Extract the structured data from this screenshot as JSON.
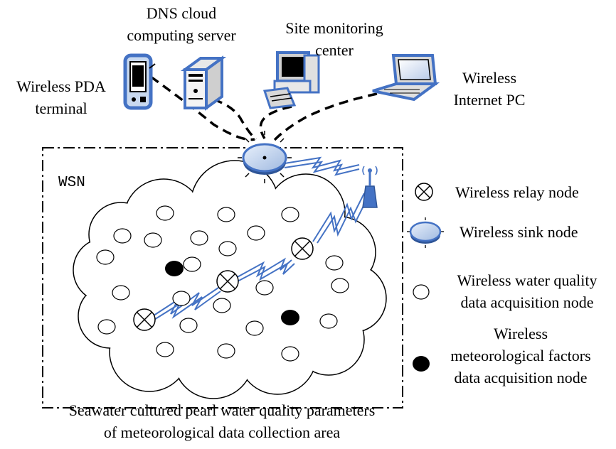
{
  "devices": {
    "pda": {
      "line1": "Wireless PDA",
      "line2": "terminal",
      "icon": "pda-icon"
    },
    "server": {
      "line1": "DNS cloud",
      "line2": "computing server",
      "icon": "server-icon"
    },
    "monitor": {
      "line1": "Site monitoring",
      "line2": "center",
      "icon": "desktop-computer-icon"
    },
    "laptop": {
      "line1": "Wireless",
      "line2": "Internet PC",
      "icon": "laptop-icon"
    }
  },
  "area": {
    "wsn_label": "WSN"
  },
  "legend": {
    "relay": "Wireless relay node",
    "sink": "Wireless sink node",
    "water": {
      "line1": "Wireless water quality",
      "line2": "data acquisition node"
    },
    "meteo": {
      "line1": "Wireless",
      "line2": "meteorological factors",
      "line3": "data acquisition node"
    }
  },
  "caption": {
    "line1": "Seawater cultured pearl water quality parameters",
    "line2": "of meteorological data collection area"
  },
  "colors": {
    "blue": "#4472c4",
    "light_blue": "#c9d9f0",
    "black": "#000000"
  }
}
